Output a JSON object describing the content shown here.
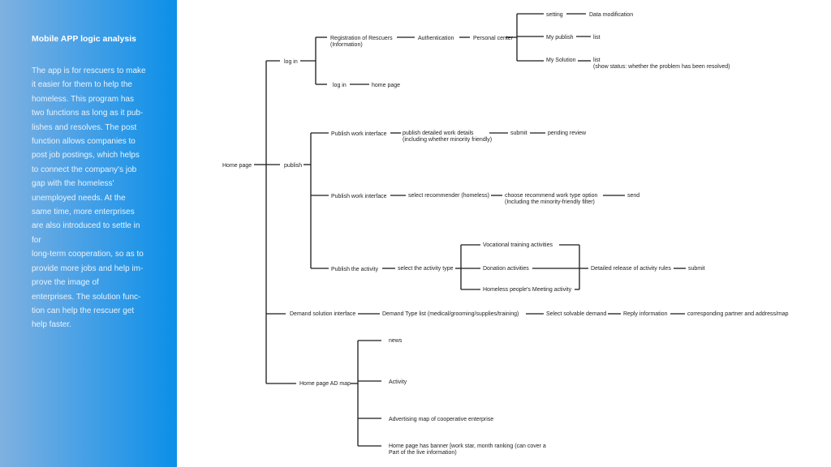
{
  "sidebar": {
    "title": "Mobile APP logic analysis",
    "paragraph_lines": [
      "The app is for rescuers to make",
      "it easier for them to help the",
      "homeless. This program has",
      "two functions as long as it pub-",
      "lishes and resolves. The post",
      "function allows companies to",
      "post job postings, which helps",
      "to connect the company's job",
      "gap with the homeless'",
      "unemployed needs. At the",
      "same time, more enterprises",
      "are also introduced to settle in",
      "for",
      "long-term cooperation, so as to",
      "provide more jobs and help im-",
      "prove the image of",
      "enterprises. The solution func-",
      "tion can help the rescuer get",
      "help faster."
    ]
  },
  "diagram": {
    "root": "Home page",
    "login": {
      "label": "log in",
      "registration": [
        "Registration of Rescuers",
        "(Information)"
      ],
      "authentication": "Authentication",
      "personal_center": "Personal center",
      "setting": "setting",
      "data_modification": "Data modification",
      "my_publish": "My publish",
      "my_publish_list": "list",
      "my_solution": "My Solution",
      "my_solution_list": [
        "list",
        "(show status: whether the problem has been resolved)"
      ],
      "login_inner": "log in",
      "home_page": "home page"
    },
    "publish": {
      "label": "publish",
      "work1": "Publish work interface",
      "work_details": [
        "publish detailed work details",
        "(including whether minority friendly)"
      ],
      "submit1": "submit",
      "pending": "pending review",
      "work2": "Publish work interface",
      "recommender": "select recommender (homeless)",
      "work_type": [
        "choose recommend work type option",
        "(Including the minority-friendly filter)"
      ],
      "send": "send",
      "activity": "Publish the activity",
      "activity_type": "select the activity type",
      "vocational": "Vocational training activities",
      "donation": "Donation activities",
      "meeting": "Homeless people's Meeting activity",
      "rules": "Detailed release of activity rules",
      "submit2": "submit"
    },
    "demand": {
      "label": "Demand solution interface",
      "type_list": "Demand Type list (medical/grooming/supplies/training)",
      "select": "Select solvable demand",
      "reply": "Reply information",
      "partner": "corresponding partner and address/map"
    },
    "ad_map": {
      "label": "Home page AD map",
      "news": "news",
      "activity": "Activity",
      "advertising": "Advertising map of cooperative enterprise",
      "banner": [
        "Home page has banner [work star, month ranking (can cover a",
        "Part of the live information)"
      ]
    }
  }
}
